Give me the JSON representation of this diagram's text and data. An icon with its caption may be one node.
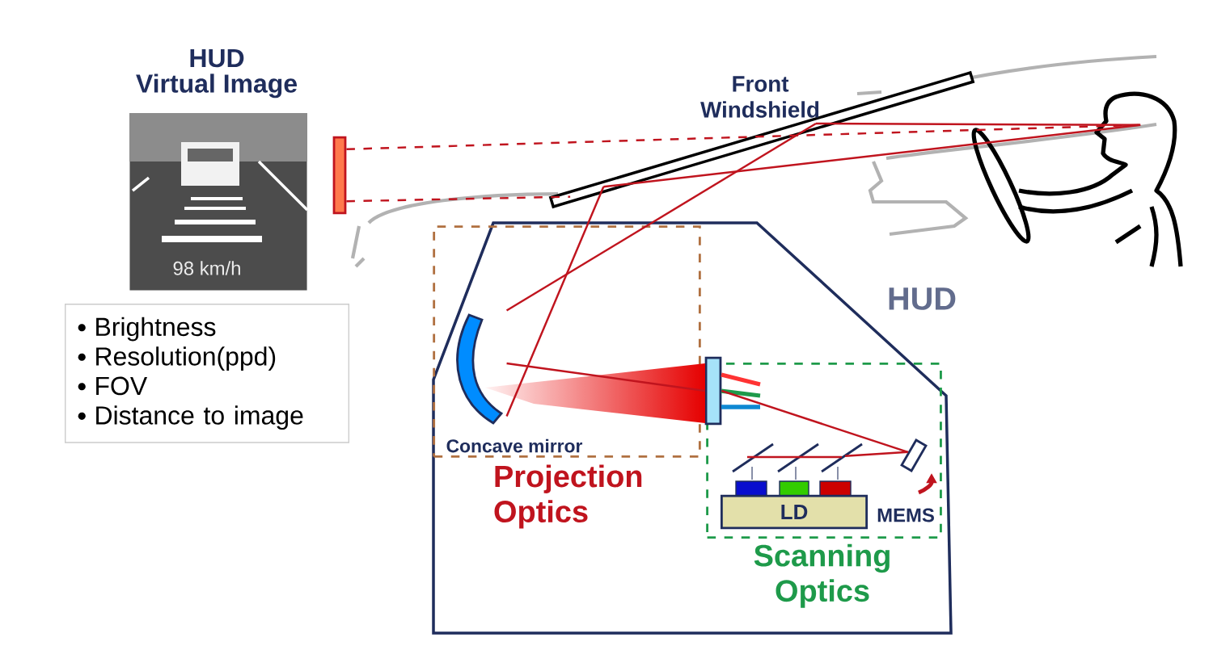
{
  "diagram": {
    "nodes": [
      {
        "text": [
          "HUD"
        ]
      },
      {
        "text": [
          "Projection Optics"
        ],
        "in": 0
      },
      {
        "text": [
          "Concave mirror"
        ],
        "in": 1
      },
      {
        "text": [
          "Scanning Optics"
        ],
        "in": 0
      },
      {
        "text": [
          "LD"
        ],
        "in": 3
      },
      {
        "text": [
          "MEMS"
        ],
        "in": 3
      },
      {
        "text": [],
        "shape": "bar",
        "in": 0
      },
      {
        "text": [
          "HUD",
          "Virtual Image"
        ]
      },
      {
        "text": [],
        "shape": "bar"
      },
      {
        "text": [
          "Front Windshield"
        ]
      },
      {
        "text": [],
        "shape": "person"
      },
      {
        "text": [
          "Brightness",
          "Resolution(ppd)",
          "FOV",
          "Distance to image"
        ]
      }
    ],
    "edges": [
      {
        "from": 6,
        "to": 2,
        "arrow": "none"
      },
      {
        "from": 2,
        "to": 9,
        "arrow": "none"
      },
      {
        "from": 2,
        "to": 9,
        "arrow": "none"
      },
      {
        "from": 9,
        "to": 10,
        "arrow": "none"
      },
      {
        "from": 9,
        "to": 10,
        "arrow": "none"
      },
      {
        "from": 8,
        "to": 10,
        "arrow": "none",
        "style": "dashed"
      },
      {
        "from": 8,
        "to": 9,
        "arrow": "none",
        "style": "dashed"
      },
      {
        "from": 5,
        "to": 6,
        "arrow": "none"
      },
      {
        "from": 4,
        "to": 5,
        "arrow": "none"
      }
    ],
    "labels": [
      "98 km/h"
    ]
  }
}
